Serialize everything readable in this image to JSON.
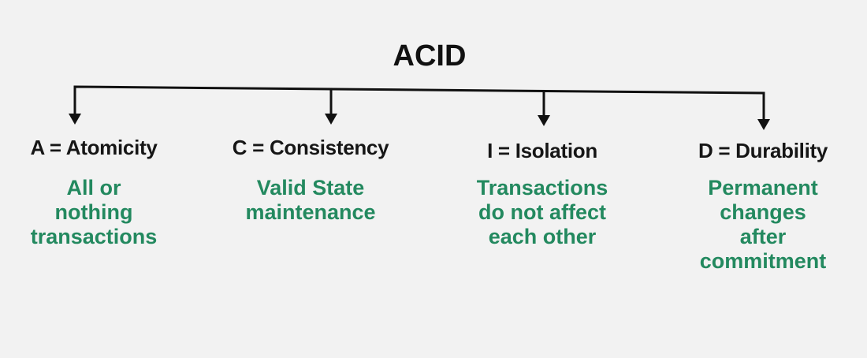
{
  "diagram": {
    "title": "ACID",
    "colors": {
      "background": "#f2f2f2",
      "label": "#161616",
      "description": "#23895f",
      "connector": "#111111"
    },
    "nodes": [
      {
        "letter": "A",
        "label": "A = Atomicity",
        "description": [
          "All or",
          "nothing",
          "transactions"
        ]
      },
      {
        "letter": "C",
        "label": "C = Consistency",
        "description": [
          "Valid State",
          "maintenance"
        ]
      },
      {
        "letter": "I",
        "label": "I = Isolation",
        "description": [
          "Transactions",
          "do not affect",
          "each other"
        ]
      },
      {
        "letter": "D",
        "label": "D = Durability",
        "description": [
          "Permanent",
          "changes",
          "after",
          "commitment"
        ]
      }
    ]
  }
}
